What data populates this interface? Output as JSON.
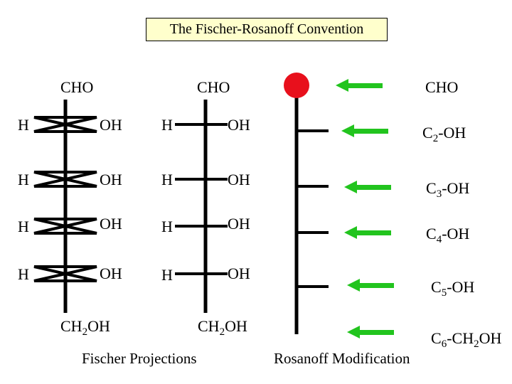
{
  "title": "The Fischer-Rosanoff Convention",
  "fischer_left": {
    "top_group": "CHO",
    "rows": [
      {
        "left": "H",
        "right": "OH"
      },
      {
        "left": "H",
        "right": "OH"
      },
      {
        "left": "H",
        "right": "OH"
      },
      {
        "left": "H",
        "right": "OH"
      }
    ],
    "bottom_group": {
      "pre": "CH",
      "sub": "2",
      "post": "OH"
    }
  },
  "fischer_right": {
    "top_group": "CHO",
    "rows": [
      {
        "left": "H",
        "right": "OH"
      },
      {
        "left": "H",
        "right": "OH"
      },
      {
        "left": "H",
        "right": "OH"
      },
      {
        "left": "H",
        "right": "OH"
      }
    ],
    "bottom_group": {
      "pre": "CH",
      "sub": "2",
      "post": "OH"
    }
  },
  "fischer_caption": "Fischer Projections",
  "rosanoff": {
    "caption": "Rosanoff Modification",
    "top_label": "CHO",
    "labels": [
      {
        "pre": "C",
        "sub": "2",
        "post": "-OH"
      },
      {
        "pre": "C",
        "sub": "3",
        "post": "-OH"
      },
      {
        "pre": "C",
        "sub": "4",
        "post": "-OH"
      },
      {
        "pre": "C",
        "sub": "5",
        "post": "-OH"
      },
      {
        "pre": "C",
        "sub": "6",
        "post": "-CH",
        "sub2": "2",
        "post2": "OH"
      }
    ]
  },
  "colors": {
    "title_fill": "#ffffcc",
    "circle": "#e8101c",
    "arrow": "#22c41e",
    "line": "#000000"
  }
}
